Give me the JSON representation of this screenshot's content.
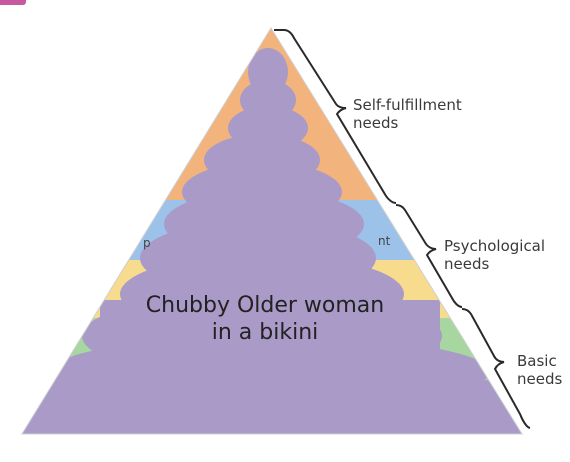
{
  "pyramid": {
    "tiers": [
      {
        "label": "Self-fulfillment\nneeds",
        "color": "#f3b37d"
      },
      {
        "label": "Psychological\nneeds",
        "color": "#9cc2ea"
      },
      {
        "label": "Basic\nneeds",
        "color": "#a7d6a0"
      }
    ],
    "middle_band_color": "#f6dc8c",
    "overlay_color": "#a99ac8",
    "overlay_text": "Chubby Older woman\nin a bikini"
  },
  "colors": {
    "outline": "#2a2a2a",
    "corner_tab": "#c75a9e"
  }
}
